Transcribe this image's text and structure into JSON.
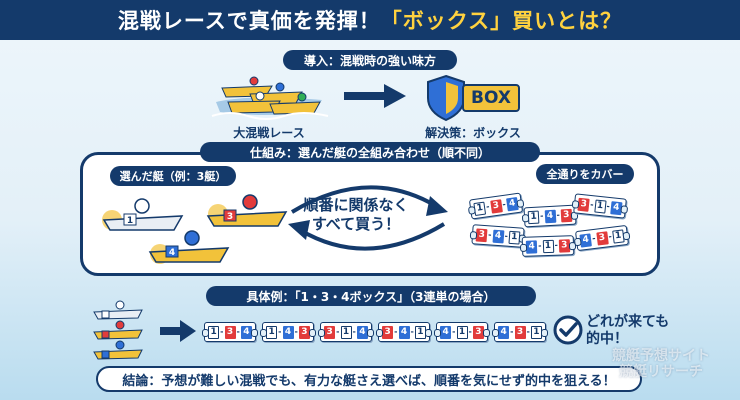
{
  "title": {
    "main": "混戦レースで真価を発揮！",
    "highlight": "「ボックス」買いとは？"
  },
  "intro": {
    "label": "導入：混戦時の強い味方",
    "left_caption": "大混戦レース",
    "right_caption": "解決策：ボックス",
    "box_text": "BOX"
  },
  "mechanism": {
    "label": "仕組み：選んだ艇の全組み合わせ（順不同）",
    "selected_label": "選んだ艇（例：3艇）",
    "center_text": "順番に関係なく すべて買う！",
    "cover_label": "全通りをカバー",
    "boats": [
      "1",
      "3",
      "4"
    ]
  },
  "example": {
    "label": "具体例：「1・3・4ボックス」（3連単の場合）",
    "result": "どれが来ても的中！"
  },
  "combinations": [
    [
      "1",
      "3",
      "4"
    ],
    [
      "1",
      "4",
      "3"
    ],
    [
      "3",
      "1",
      "4"
    ],
    [
      "3",
      "4",
      "1"
    ],
    [
      "4",
      "1",
      "3"
    ],
    [
      "4",
      "3",
      "1"
    ]
  ],
  "conclusion": "結論：予想が難しい混戦でも、有力な艇さえ選べば、順番を気にせず的中を狙える！",
  "watermark": {
    "line1": "競艇予想サイト",
    "line2": "競艇リサーチ"
  },
  "colors": {
    "navy": "#143a6b",
    "boat1": "#ffffff",
    "boat3": "#e23b3b",
    "boat4": "#2f6fd6",
    "highlight": "#ffd23f"
  }
}
